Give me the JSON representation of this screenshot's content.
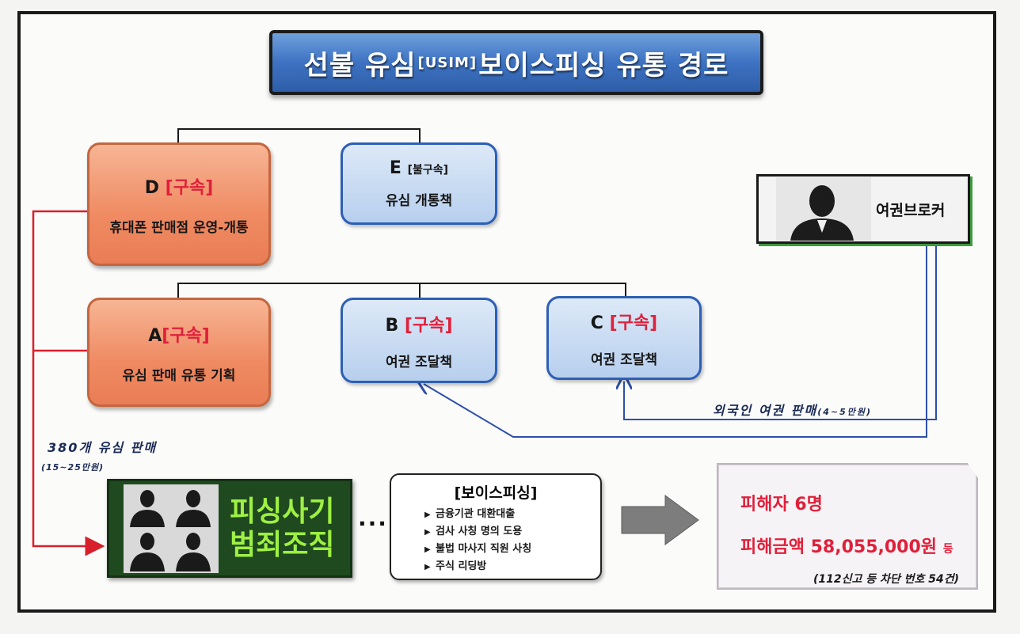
{
  "title": {
    "main_pre": "선불 유심",
    "usim": "[USIM]",
    "main_post": "보이스피싱 유통 경로"
  },
  "nodes": {
    "D": {
      "letter": "D",
      "status": "[구속]",
      "role": "휴대폰 판매점 운영-개통"
    },
    "E": {
      "letter": "E",
      "status": "[불구속]",
      "role": "유심 개통책"
    },
    "A": {
      "letter": "A",
      "status": "[구속]",
      "role": "유심 판매 유통 기획"
    },
    "B": {
      "letter": "B",
      "status": "[구속]",
      "role": "여권 조달책"
    },
    "C": {
      "letter": "C",
      "status": "[구속]",
      "role": "여권 조달책"
    }
  },
  "broker": {
    "label": "여권브로커"
  },
  "foreign_sale": {
    "label": "외국인 여권 판매",
    "price": "(4~5만원)"
  },
  "usim_sale": {
    "label": "380개 유심 판매",
    "price": "(15~25만원)"
  },
  "phishing_org": {
    "label_line1": "피싱사기",
    "label_line2": "범죄조직"
  },
  "ellipsis": "···",
  "voice_phishing": {
    "title": "[보이스피싱]",
    "items": [
      "금융기관 대환대출",
      "검사 사칭 명의 도용",
      "불법 마사지 직원 사칭",
      "주식 리딩방"
    ]
  },
  "result": {
    "victims": "피해자 6명",
    "amount": "피해금액 58,055,000원",
    "amount_suffix": "등",
    "note": "(112신고 등 차단 번호 54건)"
  },
  "colors": {
    "red": "#e0203a",
    "blue_line": "#2d4fa8",
    "title_blue": "#3d72c2",
    "org_green": "#1f4a1f"
  }
}
